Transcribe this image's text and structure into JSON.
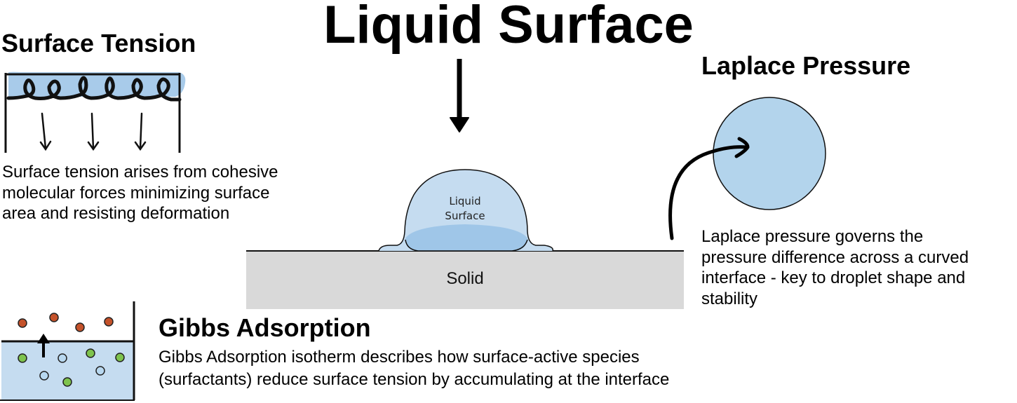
{
  "main_title": "Liquid Surface",
  "surface_tension": {
    "title": "Surface Tension",
    "description_lines": [
      "Surface tension arises from cohesive",
      "molecular forces minimizing surface",
      "area and resisting deformation"
    ]
  },
  "droplet": {
    "label_line1": "Liquid",
    "label_line2": "Surface",
    "substrate_label": "Solid"
  },
  "laplace_pressure": {
    "title": "Laplace Pressure",
    "description_lines": [
      "Laplace pressure governs the",
      "pressure difference across a curved",
      "interface - key to droplet shape and",
      "stability"
    ]
  },
  "gibbs_adsorption": {
    "title": "Gibbs Adsorption",
    "description_lines": [
      "Gibbs Adsorption isotherm describes how surface-active species",
      "(surfactants) reduce surface tension by accumulating at the interface"
    ]
  },
  "colors": {
    "liquid_light": "#c5dcf0",
    "liquid_mid": "#9fc6e8",
    "laplace_circle": "#b3d4ec",
    "solid": "#d9d9d9",
    "particle_orange": "#c4522a",
    "particle_green": "#7ec34d",
    "particle_blue": "#b8d8f0"
  }
}
